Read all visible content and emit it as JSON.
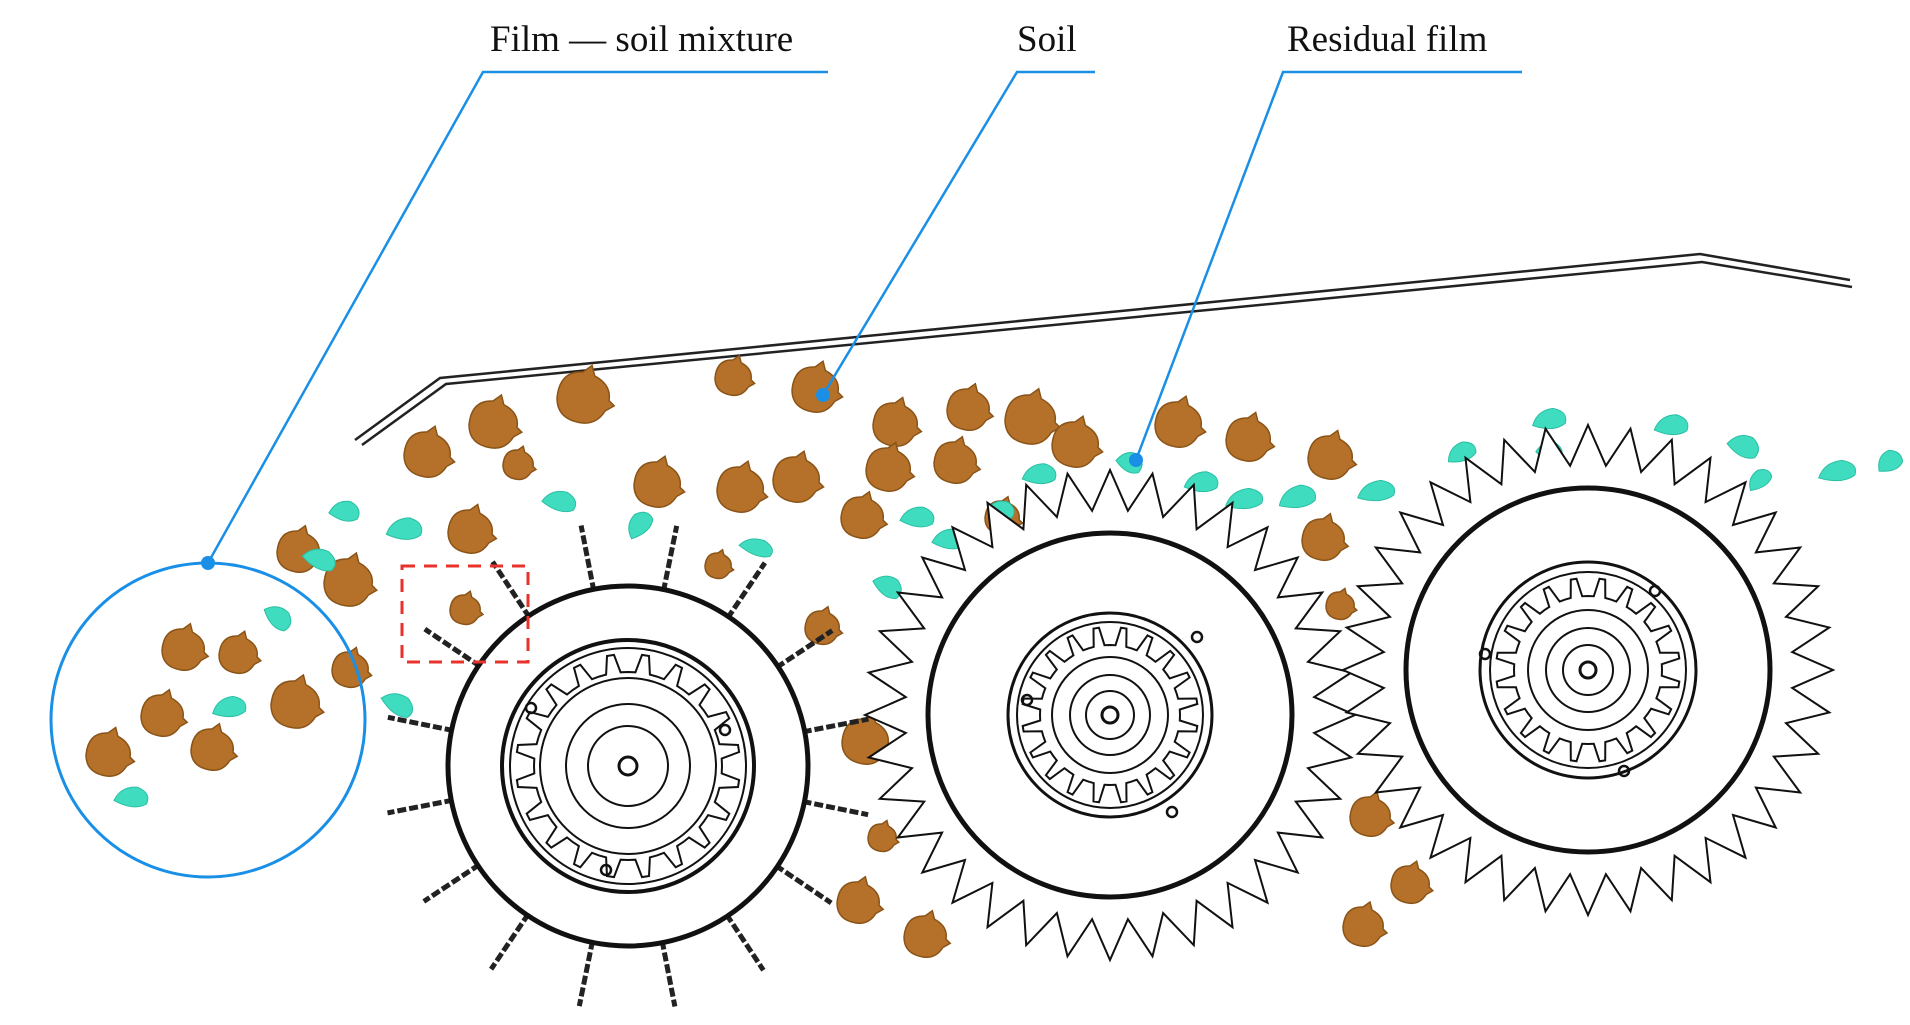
{
  "labels": {
    "mixture": "Film — soil mixture",
    "soil": "Soil",
    "residual_film": "Residual film"
  },
  "colors": {
    "soil": "#b5712a",
    "soil_edge": "#8a5418",
    "film": "#3fdcc0",
    "film_edge": "#2bbfa3",
    "leader": "#1a8fe6",
    "outline": "#111111",
    "highlight_box": "#e8322b"
  }
}
